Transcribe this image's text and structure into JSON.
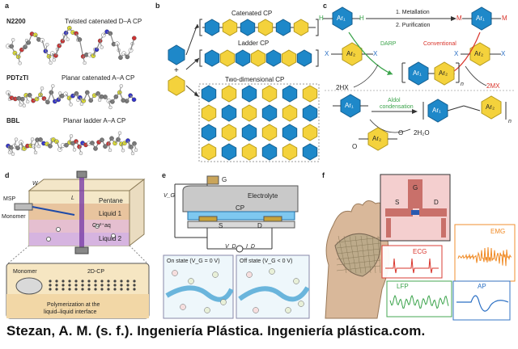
{
  "panels": {
    "a": {
      "label": "a",
      "mol1_name": "N2200",
      "mol1_desc": "Twisted catenated D–A CP",
      "mol2_name": "PDTzTI",
      "mol2_desc": "Planar catenated  A–A CP",
      "mol3_name": "BBL",
      "mol3_desc": "Planar ladder A–A CP"
    },
    "b": {
      "label": "b",
      "catenated": "Catenated CP",
      "ladder": "Ladder CP",
      "twod": "Two-dimensional CP",
      "n": "n",
      "plus": "+"
    },
    "c": {
      "label": "c",
      "ar1": "Ar₁",
      "ar2": "Ar₂",
      "step1": "1. Metallation",
      "step2": "2. Purification",
      "darp": "DARP",
      "conventional": "Conventional",
      "h": "H",
      "x": "X",
      "m": "M",
      "twohx": "2HX",
      "twomx": "2MX",
      "aldol1": "Aldol",
      "aldol2": "condensation",
      "o": "O",
      "twoh2o": "2H₂O",
      "n": "n"
    },
    "d": {
      "label": "d",
      "w": "W",
      "l": "L",
      "msp": "MSP",
      "monomer": "Monomer",
      "pentane": "Pentane",
      "liquid1": "Liquid 1",
      "cu": "Cu²⁺aq",
      "liquid2": "Liquid 2",
      "inset_monomer": "Monomer",
      "inset_2dcp": "2D-CP",
      "inset_caption1": "Polymerization at the",
      "inset_caption2": "liquid–liquid interface"
    },
    "e": {
      "label": "e",
      "g": "G",
      "vg": "V_G",
      "electrolyte": "Electrolyte",
      "cp": "CP",
      "s": "S",
      "d": "D",
      "vd": "V_D",
      "id": "I_D",
      "on_state": "On state (V_G = 0 V)",
      "off_state": "Off state (V_G < 0 V)"
    },
    "f": {
      "label": "f",
      "g": "G",
      "s": "S",
      "d": "D",
      "ecg": "ECG",
      "emg": "EMG",
      "lfp": "LFP",
      "ap": "AP"
    }
  },
  "caption": "Stezan, A. M. (s. f.). Ingeniería Plástica. Ingeniería plástica.com.",
  "colors": {
    "blue_hex": "#1e88c9",
    "yellow_hex": "#f4d23c",
    "red_text": "#d9342b",
    "green_text": "#3aa34a",
    "ecg": "#d9342b",
    "emg": "#f08a24",
    "lfp": "#3aa34a",
    "ap": "#2a6fc4"
  }
}
